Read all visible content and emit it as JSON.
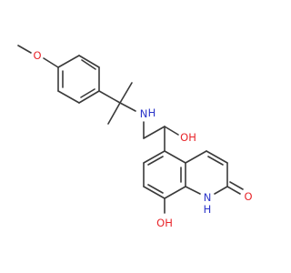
{
  "molecule": {
    "atoms": [
      {
        "id": "O_methoxy",
        "symbol": "O",
        "color": "#e8252a"
      },
      {
        "id": "N_amine",
        "symbol": "N",
        "color": "#2b35c9"
      },
      {
        "id": "O_hydroxyl",
        "symbol": "OH",
        "color": "#e8252a"
      },
      {
        "id": "N_ring",
        "symbol": "N",
        "color": "#2b35c9"
      },
      {
        "id": "N_ring_H",
        "symbol": "H",
        "color": "#2b35c9"
      },
      {
        "id": "O_carbonyl",
        "symbol": "O",
        "color": "#e8252a"
      },
      {
        "id": "O_phenol",
        "symbol": "OH",
        "color": "#e8252a"
      }
    ],
    "amine_h": "H",
    "bond_color": "#3a3a3a"
  }
}
